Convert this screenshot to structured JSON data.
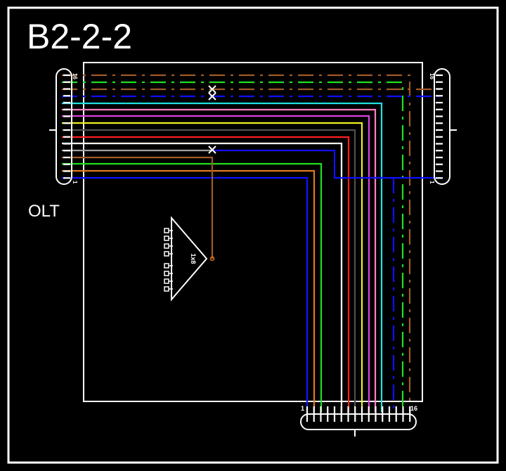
{
  "title": "B2-2-2",
  "olt_label": "OLT",
  "splitter_label": "1x8",
  "connectors": {
    "left": {
      "top_label": "16",
      "bottom_label": "1"
    },
    "right": {
      "top_label": "16",
      "bottom_label": "1"
    },
    "bottom": {
      "left_label": "1",
      "right_label": "16"
    }
  },
  "fiber_colors": {
    "blue": "#1010ff",
    "orange": "#e07820",
    "green": "#20e020",
    "brown": "#a05a28",
    "slate": "#a0a0a0",
    "white": "#ffffff",
    "red": "#ff2020",
    "black": "#505050",
    "yellow": "#f0f020",
    "violet": "#e040e0",
    "rose": "#ff80c0",
    "aqua": "#20e0e0"
  }
}
